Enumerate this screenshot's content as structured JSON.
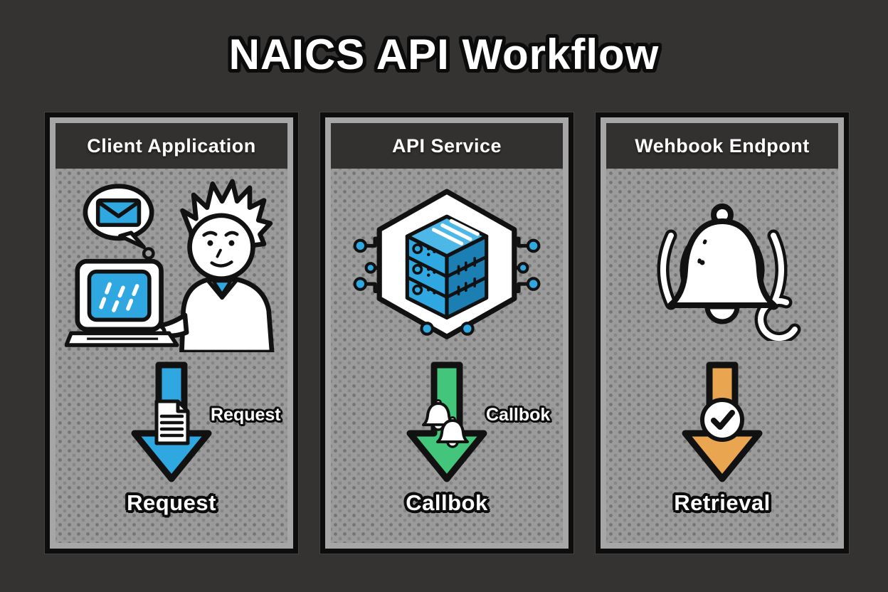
{
  "title": "NAICS API Workflow",
  "panels": [
    {
      "header": "Client Application",
      "icon": "person-at-computer",
      "arrow": {
        "color": "#2fa7e0",
        "badge": "document",
        "label": "Request"
      },
      "caption": "Request"
    },
    {
      "header": "API Service",
      "icon": "server-hexagon",
      "arrow": {
        "color": "#44c57c",
        "badge": "notification-bells",
        "label": "Callbok"
      },
      "caption": "Callbok"
    },
    {
      "header": "Wehbook Endpont",
      "icon": "ringing-bell",
      "arrow": {
        "color": "#e9a54f",
        "badge": "check-circle",
        "label": ""
      },
      "caption": "Retrieval"
    }
  ],
  "colors": {
    "background": "#343331",
    "frame": "#a6a6a6",
    "header_bg": "#333130",
    "panel_base": "#9b9b9b",
    "panel_dot": "#757575",
    "outline": "#0d0d0d",
    "accent_blue": "#2fa7e0",
    "accent_blue_dark": "#1b7fb4",
    "accent_blue_light": "#4db7e8",
    "accent_green": "#44c57c",
    "accent_orange": "#e9a54f",
    "text": "#ffffff"
  }
}
